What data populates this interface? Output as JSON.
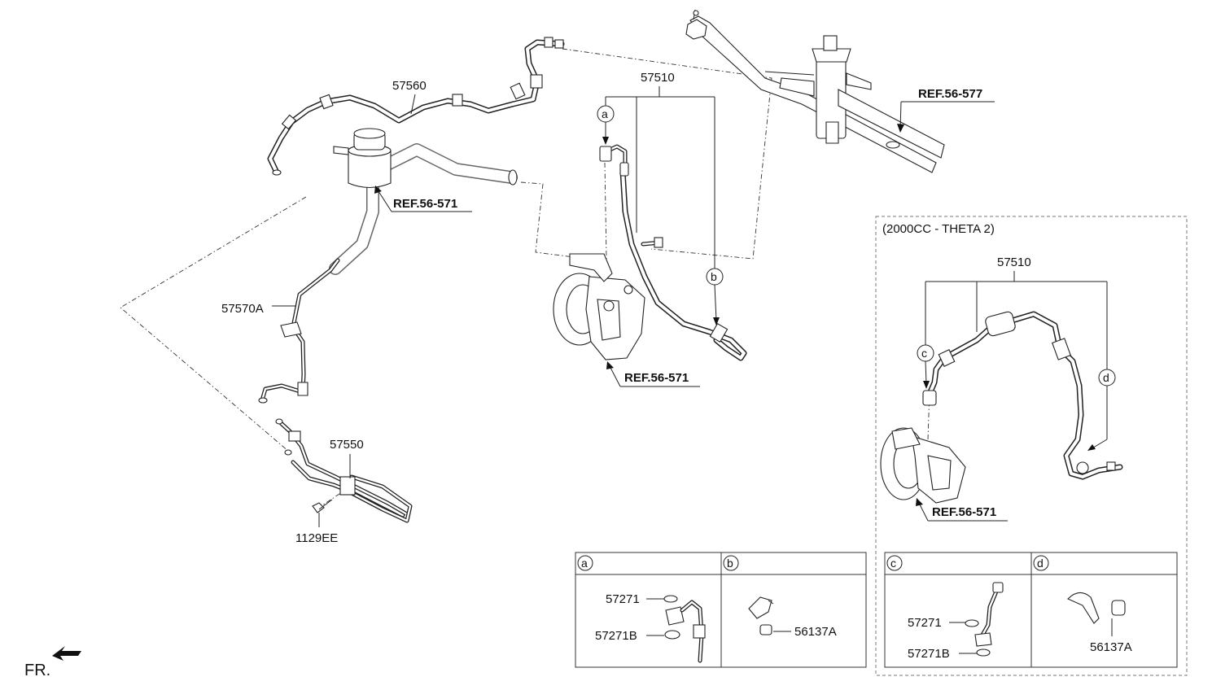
{
  "labels": {
    "hose_57560": "57560",
    "hose_57510": "57510",
    "tube_57570a": "57570A",
    "cooler_57550": "57550",
    "bolt_1129ee": "1129EE",
    "ref_56_577": "REF.56-577",
    "ref_reservoir": "REF.56-571",
    "ref_pump": "REF.56-571",
    "fr": "FR."
  },
  "markers": {
    "a": "a",
    "b": "b",
    "c": "c",
    "d": "d"
  },
  "theta_group": {
    "title": "(2000CC - THETA 2)",
    "hose_label": "57510",
    "ref_pump": "REF.56-571"
  },
  "detail_boxes": {
    "a": {
      "letter": "a",
      "parts": [
        "57271",
        "57271B"
      ]
    },
    "b": {
      "letter": "b",
      "parts": [
        "56137A"
      ]
    },
    "c": {
      "letter": "c",
      "parts": [
        "57271",
        "57271B"
      ]
    },
    "d": {
      "letter": "d",
      "parts": [
        "56137A"
      ]
    }
  },
  "colors": {
    "line": "#222222",
    "ghost": "#666666",
    "frame": "#777777"
  }
}
